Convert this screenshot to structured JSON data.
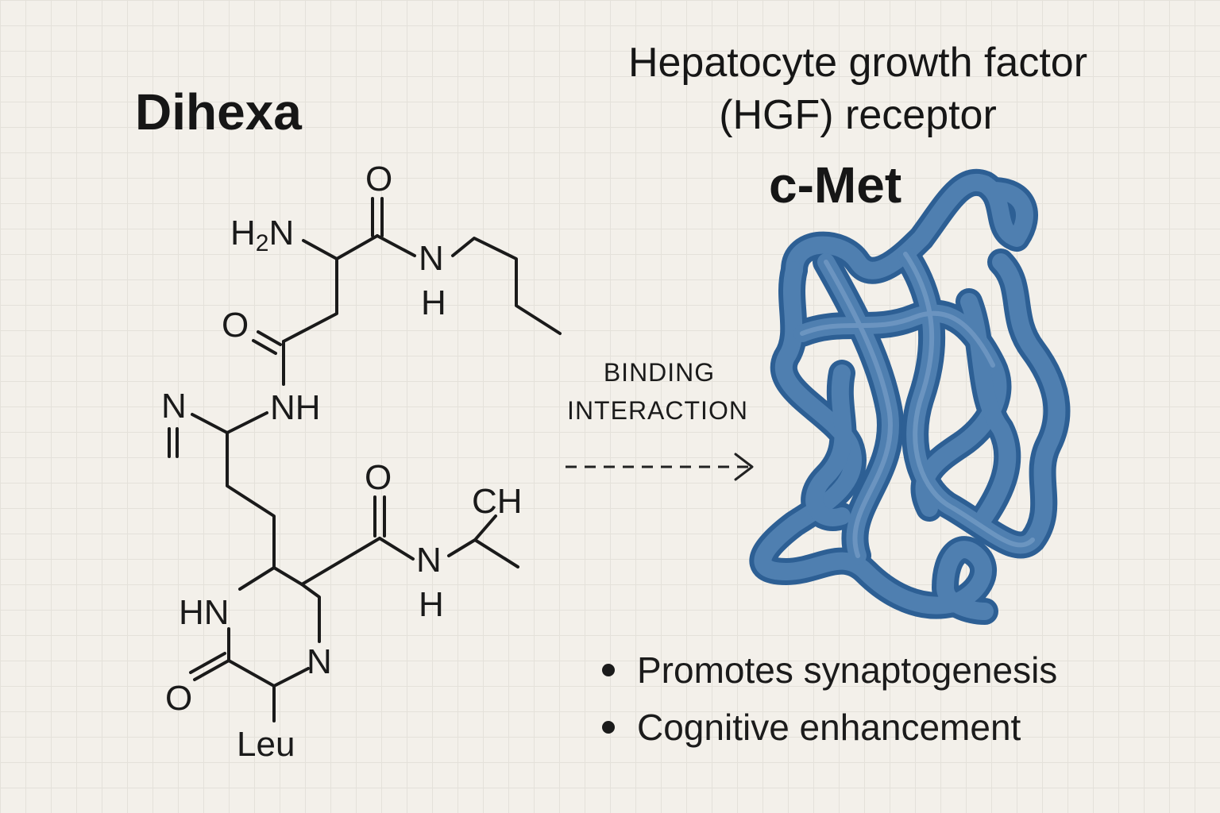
{
  "molecule": {
    "title": "Dihexa",
    "atoms": {
      "o_top": "O",
      "h2n": "H2N",
      "nh_right_n": "N",
      "nh_right_h": "H",
      "o_mid": "O",
      "nh_mid": "NH",
      "n_left": "N",
      "o_lower": "O",
      "ch": "CH",
      "n_lower_right": "N",
      "h_lower_right": "H",
      "hn": "HN",
      "n_ring": "N",
      "o_ring": "O",
      "leu": "Leu"
    }
  },
  "interaction": {
    "line1": "BINDING",
    "line2": "INTERACTION"
  },
  "receptor": {
    "title_line1": "Hepatocyte growth factor",
    "title_line2": "(HGF) receptor",
    "name": "c-Met",
    "color": "#4f7fb0"
  },
  "effects": [
    "Promotes synaptogenesis",
    "Cognitive enhancement"
  ]
}
